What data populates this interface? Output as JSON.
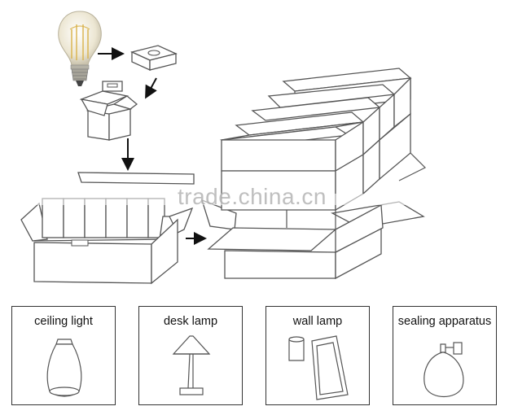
{
  "watermark": "trade.china.cn",
  "colors": {
    "line": "#555555",
    "bulb_glass": "#e8e2cf",
    "bulb_base": "#a8a59a",
    "filament": "#d9b24a"
  },
  "steps": [
    "bulb-icon",
    "inner-box-icon",
    "carton-icon",
    "open-case-icon",
    "stacked-cartons-icon"
  ],
  "categories": [
    {
      "label": "ceiling light",
      "icon": "ceiling-light-icon"
    },
    {
      "label": "desk lamp",
      "icon": "desk-lamp-icon"
    },
    {
      "label": "wall lamp",
      "icon": "wall-lamp-icon"
    },
    {
      "label": "sealing apparatus",
      "icon": "sealing-apparatus-icon"
    }
  ]
}
